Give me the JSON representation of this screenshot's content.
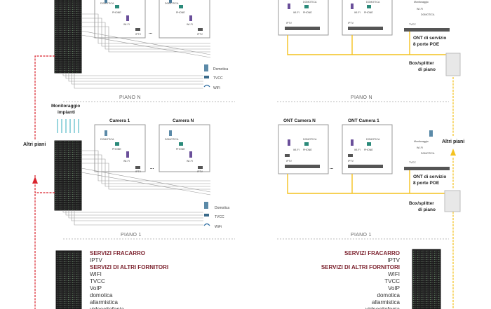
{
  "left": {
    "top_rooms": [
      {
        "domotica": "DOMOTICA",
        "phone": "PHONE",
        "wifi": "WI-FI",
        "iptv": "IPTV"
      },
      {
        "domotica": "DOMOTICA",
        "phone": "PHONE",
        "wifi": "WI-FI",
        "iptv": "IPTV"
      }
    ],
    "ellipsis": "...",
    "common_top": [
      "Domotica",
      "TVCC",
      "WiFi"
    ],
    "floor_n": "PIANO N",
    "monitor_label": "Monitoraggio impianti",
    "altri_piani": "Altri piani",
    "rooms": [
      {
        "title": "Camera 1",
        "domotica": "DOMOTICA",
        "phone": "PHONE",
        "wifi": "WI-FI",
        "iptv": "IPTV"
      },
      {
        "title": "Camera N",
        "domotica": "DOMOTICA",
        "phone": "PHONE",
        "wifi": "WI-FI",
        "iptv": "IPTV"
      }
    ],
    "common_bottom": [
      "Domotica",
      "TVCC",
      "WiFi"
    ],
    "floor_1": "PIANO 1",
    "services": {
      "h1": "SERVIZI FRACARRO",
      "items1": [
        "IPTV"
      ],
      "h2": "SERVIZI DI ALTRI FORNITORI",
      "items2": [
        "WIFI",
        "TVCC",
        "VoIP",
        "domotica",
        "allarmistica",
        "videocitofonia"
      ]
    }
  },
  "right": {
    "top_rooms": [
      {
        "domotica": "DOMOTICA",
        "phone": "PHONE",
        "wifi": "WI-FI",
        "iptv": "IPTV"
      },
      {
        "domotica": "DOMOTICA",
        "phone": "PHONE",
        "wifi": "WI-FI",
        "iptv": "IPTV"
      }
    ],
    "top_service": {
      "monitor": "Monitoraggio",
      "wifi": "WI-FI",
      "tvcc": "TVCC",
      "domotica": "DOMOTICA"
    },
    "ont_top": "ONT di servizio 8 porte POE",
    "splitter_top": "Box/splitter di piano",
    "floor_n": "PIANO N",
    "rooms": [
      {
        "title": "ONT Camera N",
        "domotica": "DOMOTICA",
        "phone": "PHONE",
        "wifi": "WI-FI",
        "iptv": "IPTV"
      },
      {
        "title": "ONT Camera 1",
        "domotica": "DOMOTICA",
        "phone": "PHONE",
        "wifi": "WI-FI",
        "iptv": "IPTV"
      }
    ],
    "ellipsis": "...",
    "service": {
      "monitor": "Monitoraggio",
      "wifi": "WI-FI",
      "tvcc": "TVCC",
      "domotica": "DOMOTICA"
    },
    "altri_piani": "Altri piani",
    "ont": "ONT di servizio 8 porte POE",
    "splitter": "Box/splitter di piano",
    "floor_1": "PIANO 1",
    "services": {
      "h1": "SERVIZI FRACARRO",
      "items1": [
        "IPTV"
      ],
      "h2": "SERVIZI DI ALTRI FORNITORI",
      "items2": [
        "WIFI",
        "TVCC",
        "VoIP",
        "domotica",
        "allarmistica",
        "videocitofonia"
      ]
    }
  },
  "colors": {
    "red": "#d9232d",
    "yellow": "#f4c21f",
    "gray": "#888888",
    "rack": "#1c1c1c"
  }
}
